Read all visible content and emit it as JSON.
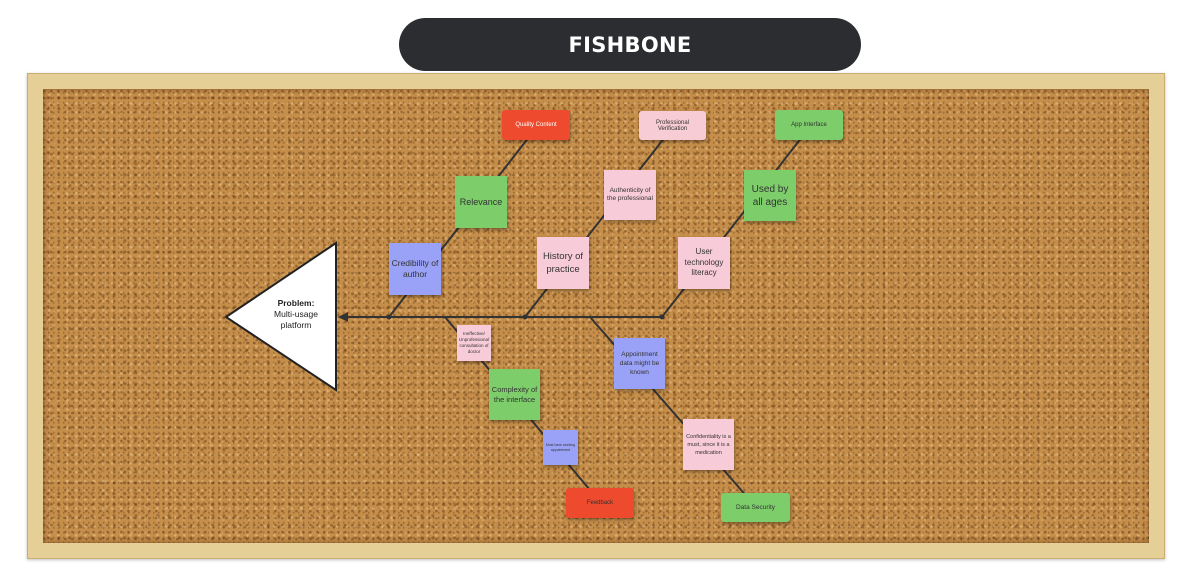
{
  "title": "FISHBONE",
  "problem": {
    "label": "Problem:",
    "text": "Multi-usage platform"
  },
  "categories": {
    "quality_content": "Quality Content",
    "professional_verification": "Professional Verification",
    "app_interface": "App Interface",
    "feedback": "Feedback",
    "data_security": "Data Security"
  },
  "causes": {
    "relevance": "Relevance",
    "credibility": "Credibility of author",
    "authenticity": "Authenticity of the professional",
    "history": "History of practice",
    "used_by_all_ages": "Used by all ages",
    "user_literacy": "User technology literacy",
    "ineffective": "Ineffective/ Unprofessional consultation of doctor",
    "complexity": "Complexity of the interface",
    "must_have": "Must have working appointment",
    "appointment_data": "Appointment data might be known",
    "confidentiality": "Confidentiality is a must, since it is a medication"
  },
  "colors": {
    "title_bg": "#2b2d31",
    "frame": "#e6cf97",
    "cork": "#c58e4a",
    "sticky_pink": "#f8cbd8",
    "sticky_green": "#7dcd6b",
    "sticky_blue": "#9aa2f7",
    "sticky_red": "#ee4a2e"
  }
}
